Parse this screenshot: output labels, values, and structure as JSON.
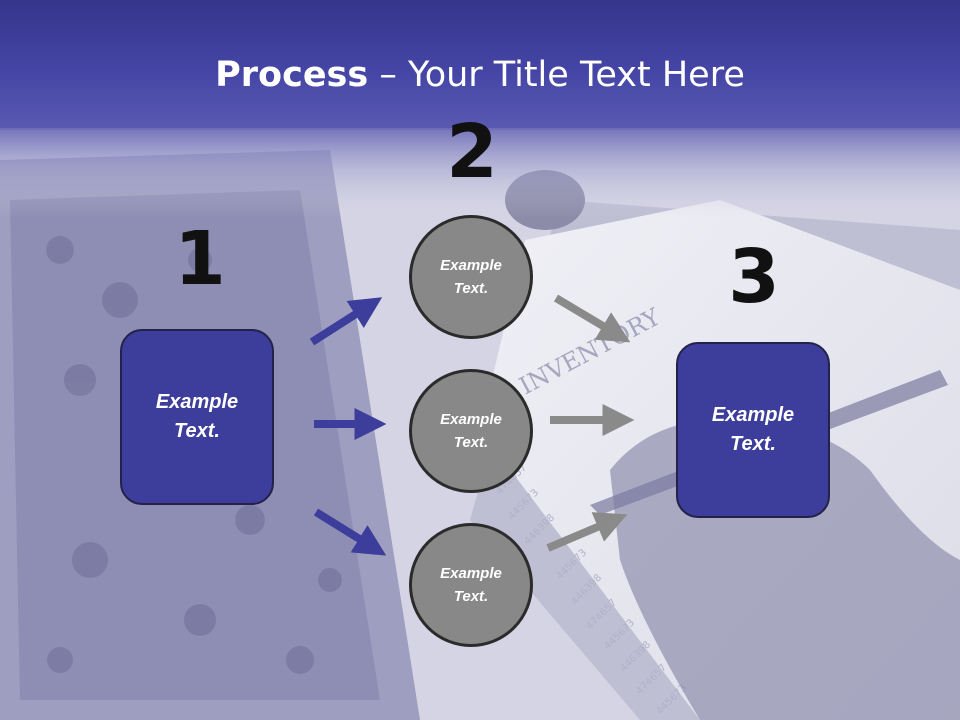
{
  "slide": {
    "title_bold": "Process",
    "title_rest": " – Your Title Text Here"
  },
  "steps": [
    {
      "number": "1",
      "text": "Example Text."
    },
    {
      "number": "2",
      "text": "Example Text."
    },
    {
      "number": "3",
      "text": "Example Text."
    }
  ],
  "circles": [
    {
      "text": "Example Text."
    },
    {
      "text": "Example Text."
    },
    {
      "text": "Example Text."
    }
  ],
  "colors": {
    "header": "#3d3d9b",
    "box": "#3d3d9b",
    "circle": "#888888",
    "arrow_blue": "#3d3d9b",
    "arrow_gray": "#8a8a8a"
  },
  "background": {
    "photo_words": [
      "INVENTORY"
    ],
    "photo_numbers": [
      "474657",
      "445673",
      "446398",
      "445673",
      "446398",
      "474657",
      "445673",
      "446398",
      "474657",
      "445673"
    ]
  }
}
